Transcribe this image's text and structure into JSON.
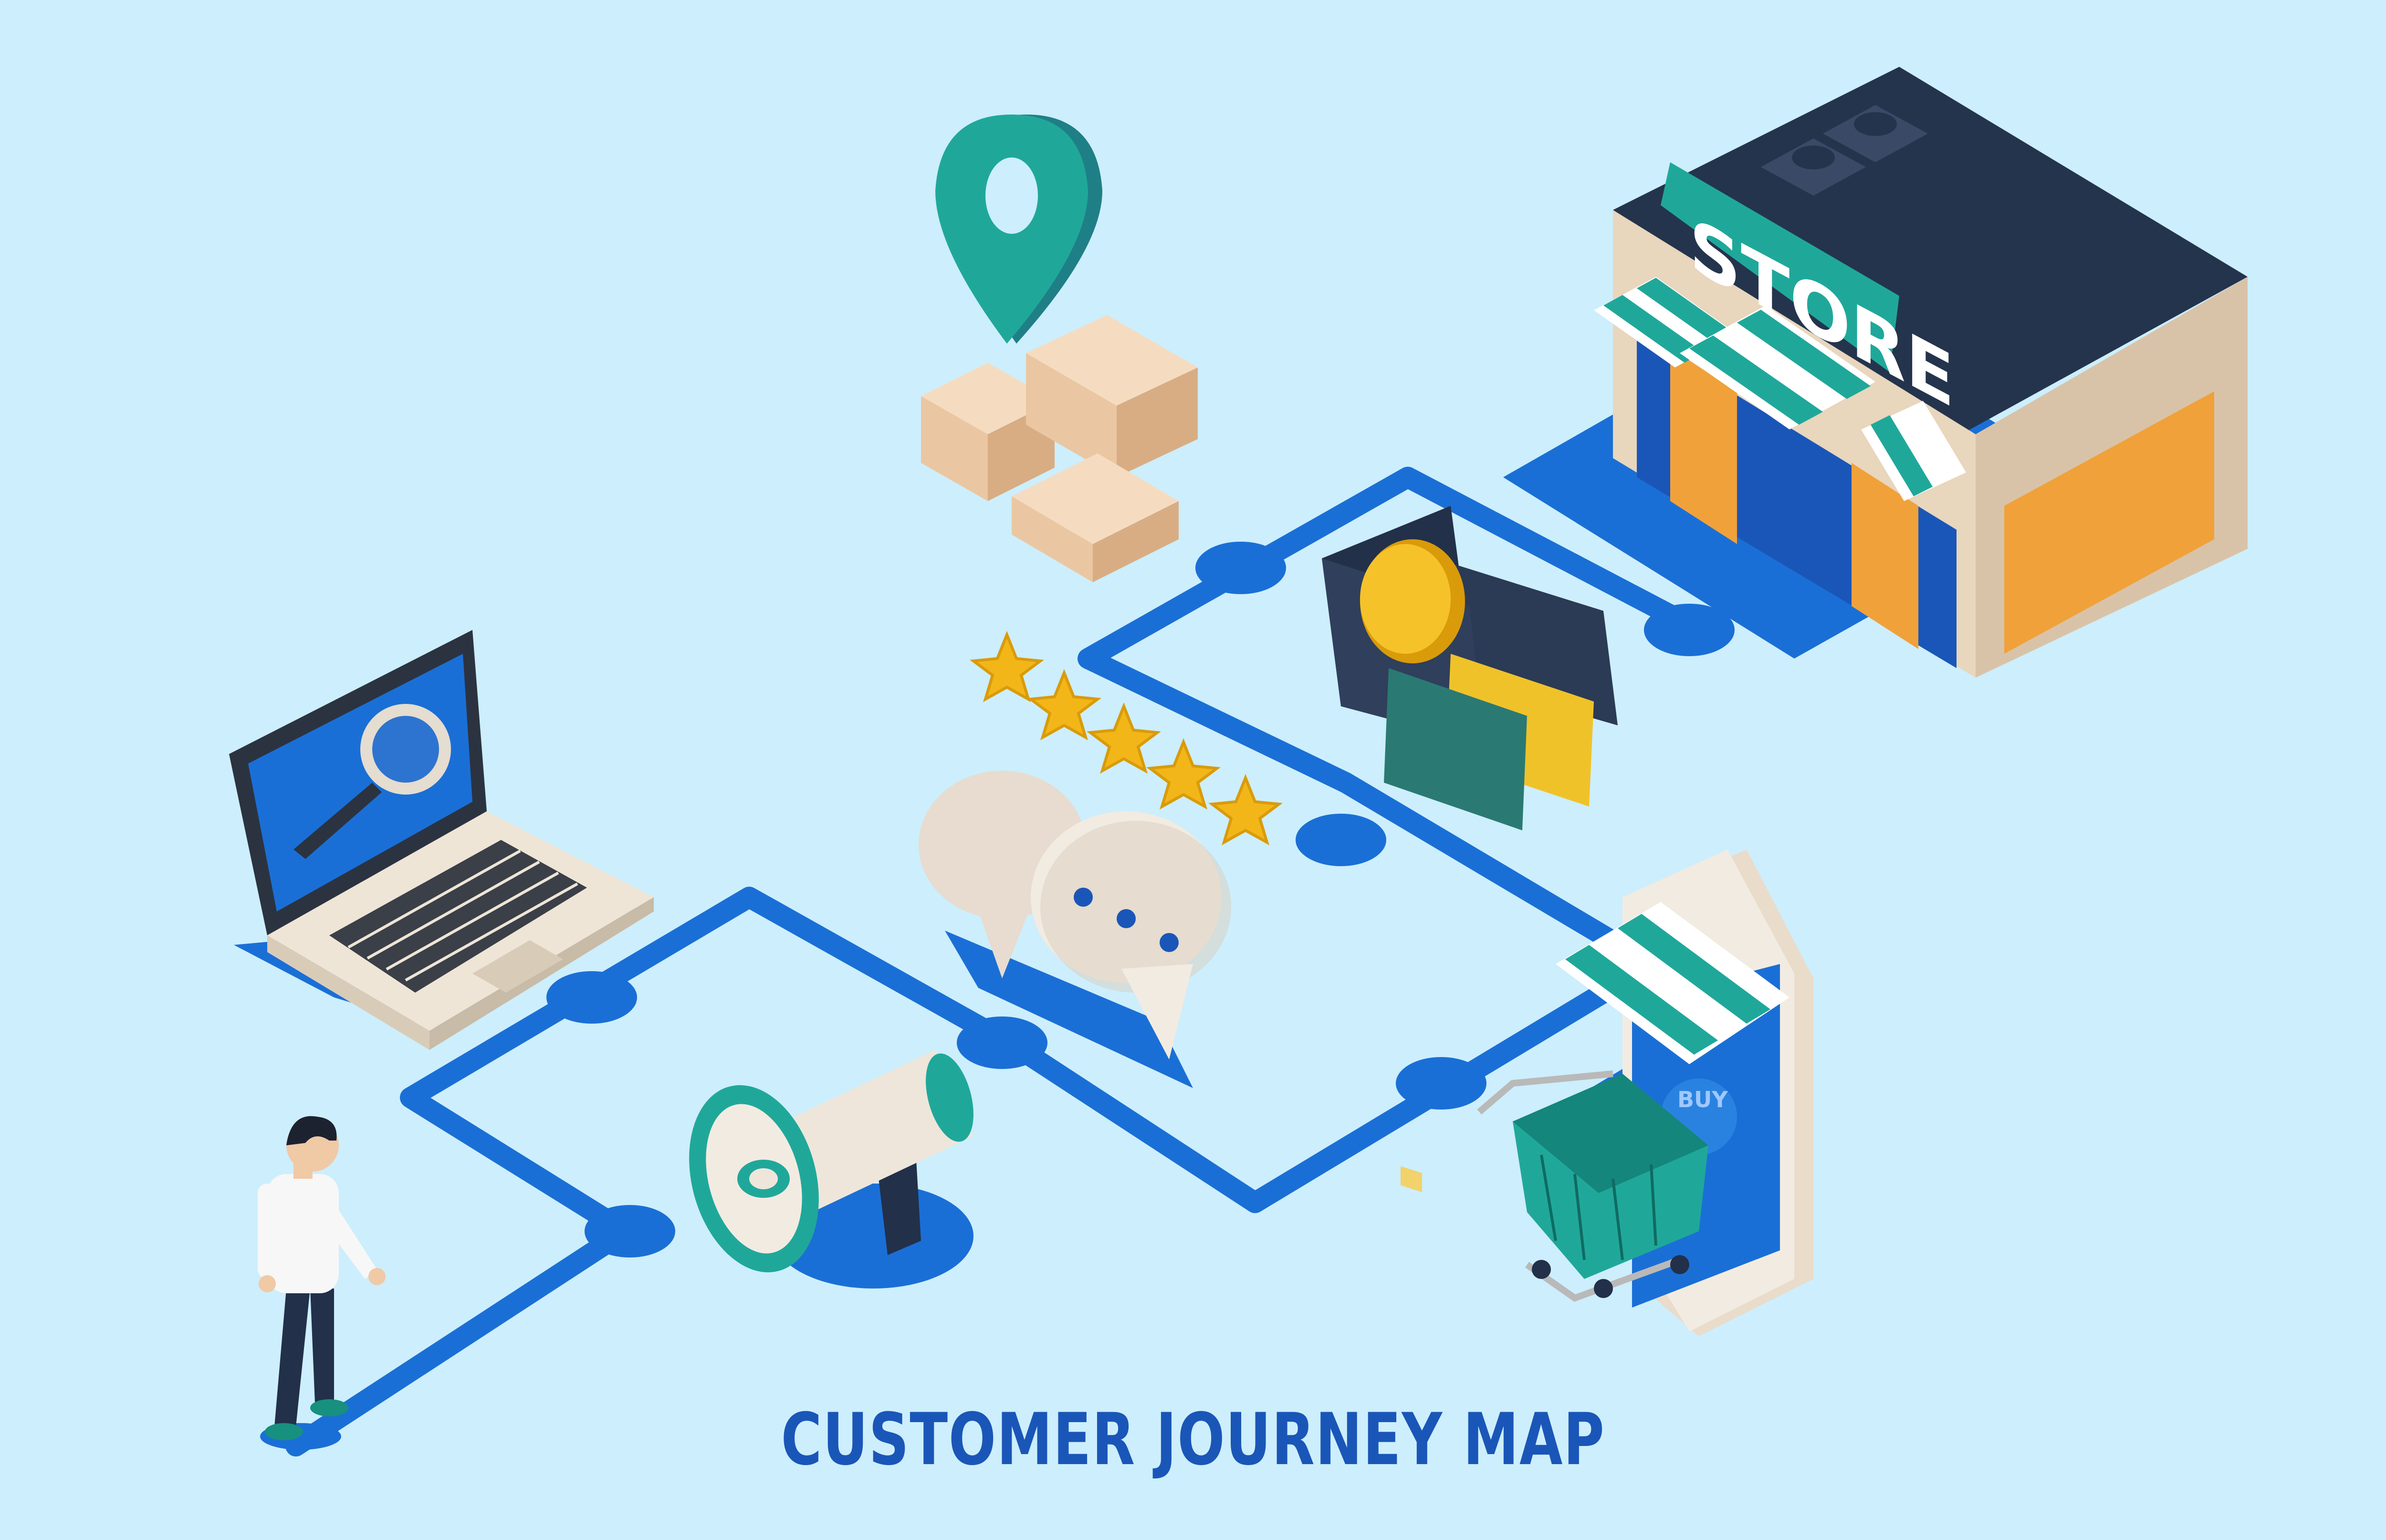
{
  "title": "CUSTOMER JOURNEY MAP",
  "store_sign": "STORE",
  "phone_label": "BUY",
  "colors": {
    "background": "#cdeefc",
    "path": "#1a6fd6",
    "title": "#1a56b8",
    "teal": "#1fa89a",
    "navy": "#24344d",
    "star": "#f2b619"
  },
  "icons": [
    "person-icon",
    "megaphone-icon",
    "laptop-search-icon",
    "chat-bubbles-icon",
    "rating-stars-icon",
    "map-pin-icon",
    "parcel-boxes-icon",
    "wallet-cards-icon",
    "store-icon",
    "smartphone-shop-icon",
    "shopping-cart-icon"
  ],
  "rating": {
    "stars": 5
  }
}
